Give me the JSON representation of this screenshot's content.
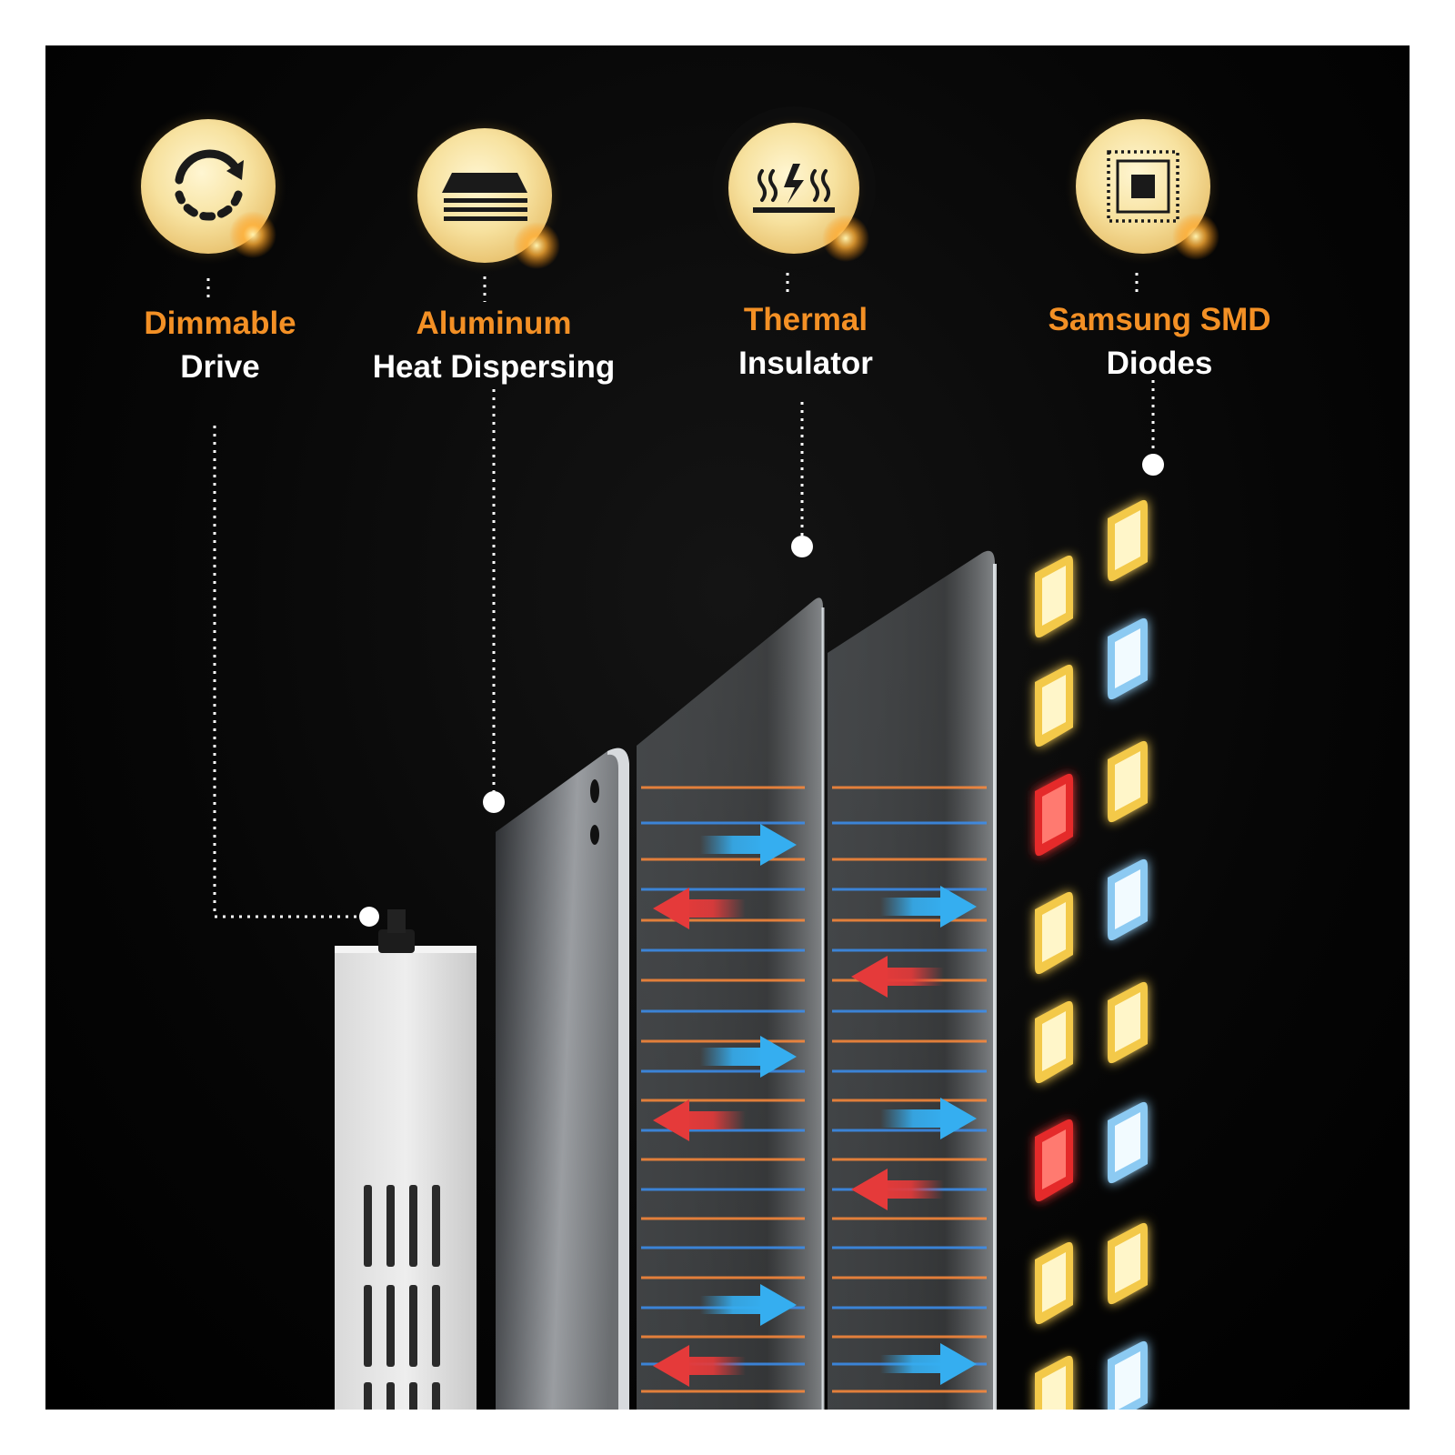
{
  "colors": {
    "background": "#000000",
    "accent_orange": "#f39025",
    "label_white": "#ffffff",
    "icon_fill": "#f7e4a2",
    "arrow_blue": "#35aef0",
    "arrow_red": "#e53a3a",
    "diode_warm": "#f3d66c",
    "diode_cool": "#9fd4f5",
    "diode_red": "#e5292b"
  },
  "features": [
    {
      "title": "Dimmable",
      "subtitle": "Drive",
      "icon": "dimming-cycle-icon"
    },
    {
      "title": "Aluminum",
      "subtitle": "Heat Dispersing",
      "icon": "stacked-layers-icon"
    },
    {
      "title": "Thermal",
      "subtitle": "Insulator",
      "icon": "heat-waves-icon"
    },
    {
      "title": "Samsung SMD",
      "subtitle": "Diodes",
      "icon": "chip-icon"
    }
  ]
}
